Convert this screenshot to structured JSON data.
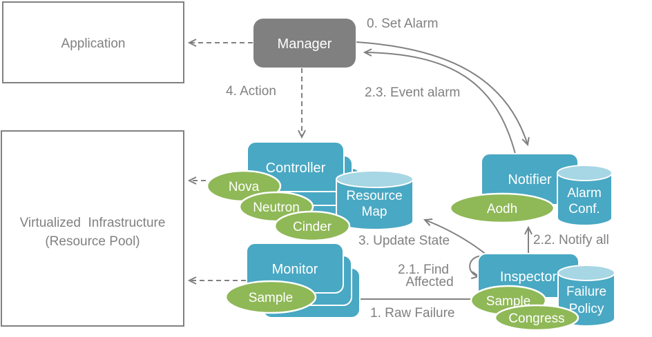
{
  "diagram": {
    "nodes": {
      "application": "Application",
      "virtualized_infrastructure": {
        "line1": "Virtualized  Infrastructure",
        "line2": "(Resource Pool)"
      },
      "manager": "Manager",
      "controller": "Controller",
      "monitor": "Monitor",
      "notifier": "Notifier",
      "inspector": "Inspector"
    },
    "plugins": {
      "nova": "Nova",
      "neutron": "Neutron",
      "cinder": "Cinder",
      "monitor_sample": "Sample",
      "aodh": "Aodh",
      "inspector_sample": "Sample",
      "congress": "Congress"
    },
    "datastores": {
      "resource_map": {
        "line1": "Resource",
        "line2": "Map"
      },
      "alarm_conf": {
        "line1": "Alarm",
        "line2": "Conf."
      },
      "failure_policy": {
        "line1": "Failure",
        "line2": "Policy"
      }
    },
    "flows": {
      "set_alarm": "0. Set Alarm",
      "raw_failure": "1. Raw Failure",
      "find_affected": {
        "line1": "2.1. Find",
        "line2": "Affected"
      },
      "notify_all": "2.2. Notify all",
      "event_alarm": "2.3. Event alarm",
      "update_state": "3. Update State",
      "action": "4. Action"
    },
    "colors": {
      "teal": "#49A8C3",
      "teal_light": "#A7D6E4",
      "green": "#8FB857",
      "node_gray": "#808080",
      "text_gray": "#808080",
      "arrow_gray": "#808080",
      "background": "#FFFFFF"
    }
  }
}
